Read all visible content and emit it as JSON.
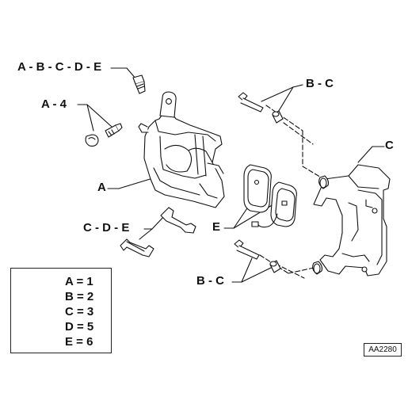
{
  "callouts": {
    "abcde": "A - B - C - D - E",
    "a4": "A - 4",
    "bc_top": "B - C",
    "c": "C",
    "a": "A",
    "e": "E",
    "cde": "C - D - E",
    "bc_bottom": "B - C"
  },
  "legend": {
    "rows": [
      "A = 1",
      "B = 2",
      "C = 3",
      "D = 5",
      "E = 6"
    ],
    "icon": "tools-icon"
  },
  "reference_code": "AA2280"
}
